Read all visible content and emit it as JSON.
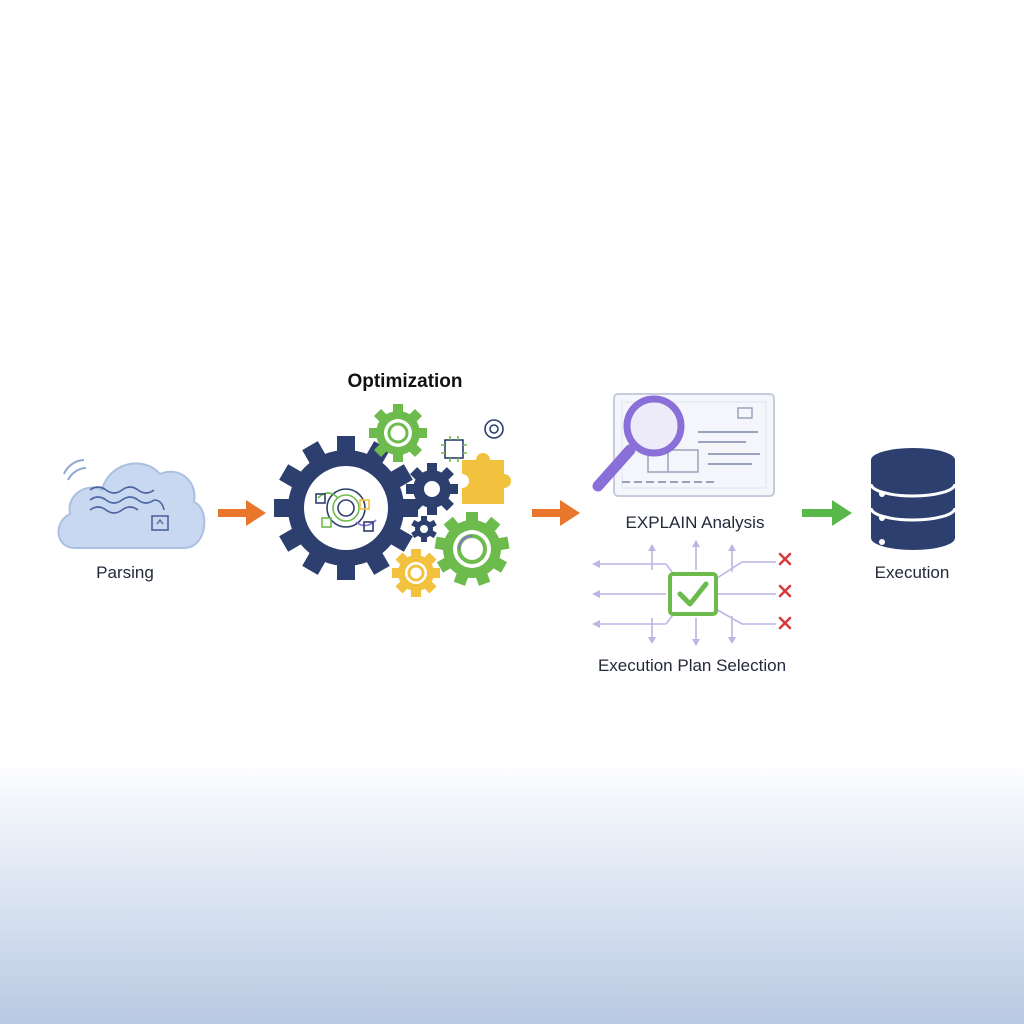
{
  "diagram": {
    "stages": {
      "parsing": {
        "label": "Parsing"
      },
      "optimization": {
        "title": "Optimization"
      },
      "explain": {
        "label": "EXPLAIN Analysis"
      },
      "plan_selection": {
        "label": "Execution Plan Selection"
      },
      "execution": {
        "label": "Execution"
      }
    },
    "colors": {
      "navy": "#2d3f6e",
      "green": "#6dbb4c",
      "yellow": "#f2c23e",
      "orange_arrow": "#e8762c",
      "green_arrow": "#59b84a",
      "purple": "#8a6fd8",
      "cloud": "#c8d8f0",
      "red_x": "#d93b3b"
    },
    "icons": [
      "cloud-icon",
      "gears-icon",
      "puzzle-icon",
      "magnifier-icon",
      "document-icon",
      "checkbox-icon",
      "database-icon",
      "x-icon",
      "arrow-icon"
    ]
  }
}
